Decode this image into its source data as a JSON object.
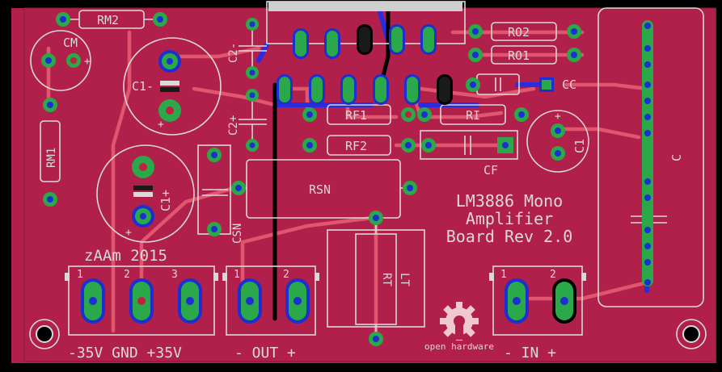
{
  "colors": {
    "board": "#b0204a",
    "background": "#000000",
    "silkscreen": "#d9d9d9",
    "pad_green": "#2aa84a",
    "via_blue": "#1c2fd0",
    "trace_top": "#e0566e"
  },
  "components": {
    "RM2": "RM2",
    "CM": "CM",
    "C1_top": "C1-",
    "C2_top": "C2-",
    "C2_bot": "C2+",
    "RM1": "RM1",
    "RO2": "RO2",
    "RO1": "RO1",
    "CC": "CC",
    "RF1": "RF1",
    "RI": "RI",
    "RF2": "RF2",
    "CF": "CF",
    "C1_right": "C1",
    "C_right": "C",
    "RSN": "RSN",
    "CSN": "CSN",
    "C1_lower": "C1+",
    "RT": "RT",
    "LT": "LT"
  },
  "title": {
    "line1": "LM3886 Mono",
    "line2": "Amplifier",
    "line3": "Board Rev 2.0"
  },
  "credit": "zAAm 2015",
  "connectors": {
    "power": {
      "pins": [
        "1",
        "2",
        "3"
      ],
      "label": "-35V GND +35V"
    },
    "output": {
      "pins": [
        "1",
        "2"
      ],
      "label": "- OUT +"
    },
    "input": {
      "pins": [
        "1",
        "2"
      ],
      "label": "- IN +"
    }
  },
  "logo": {
    "text": "open hardware",
    "icon": "open-hardware-gear-icon"
  },
  "markers": {
    "plus": "+",
    "minus": "-"
  }
}
